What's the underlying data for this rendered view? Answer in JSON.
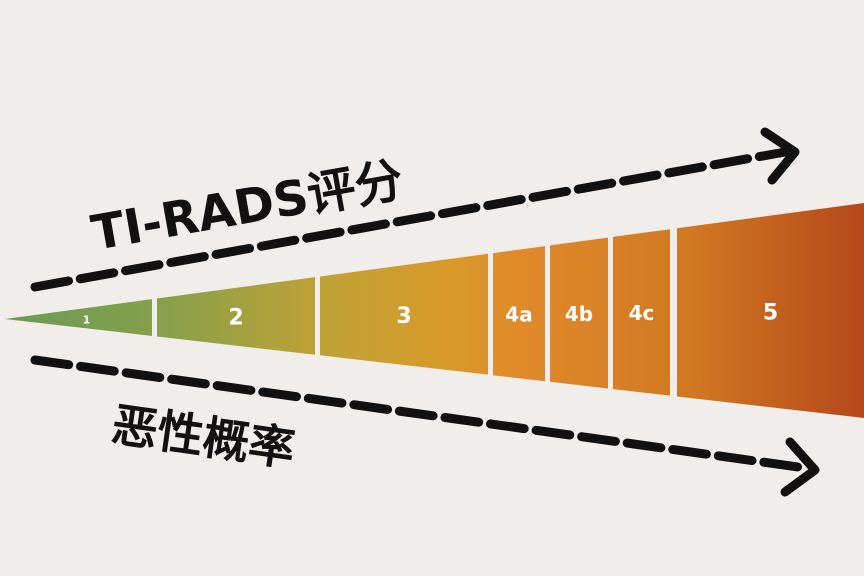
{
  "title_top": "TI-RADS评分",
  "title_bottom": "恶性概率",
  "segments": [
    {
      "label": "1"
    },
    {
      "label": "2"
    },
    {
      "label": "3"
    },
    {
      "label": "4a"
    },
    {
      "label": "4b"
    },
    {
      "label": "4c"
    },
    {
      "label": "5"
    }
  ],
  "colors": {
    "background": "#f1edea",
    "start": "#6a9a55",
    "mid": "#cfa02c",
    "orange": "#e08a2a",
    "end": "#b5481a",
    "arrow": "#111111"
  }
}
